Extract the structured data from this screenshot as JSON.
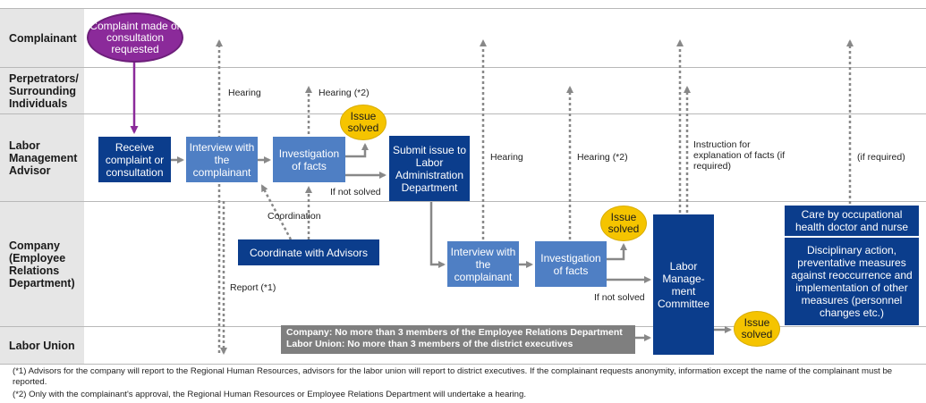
{
  "lanes": {
    "complainant": "Complainant",
    "perpetrators": "Perpetrators/ Surrounding Individuals",
    "advisor": "Labor Management Advisor",
    "company": "Company (Employee Relations Department)",
    "union": "Labor Union"
  },
  "nodes": {
    "complaint_made": "Complaint made or consultation requested",
    "receive": "Receive complaint or consultation",
    "interview_advisor": "Interview with the complainant",
    "investigation_advisor": "Investigation of facts",
    "issue_solved_1": "Issue solved",
    "submit_issue": "Submit issue to Labor Administration Department",
    "coordinate": "Coordinate with Advisors",
    "interview_company": "Interview with the complainant",
    "investigation_company": "Investigation of facts",
    "issue_solved_2": "Issue solved",
    "committee": "Labor Manage-ment Committee",
    "issue_solved_3": "Issue solved",
    "care": "Care by occupational health doctor and nurse",
    "disciplinary": "Disciplinary action, preventative measures against reoccurrence and implementation of other measures (personnel changes etc.)"
  },
  "labels": {
    "hearing_1": "Hearing",
    "hearing_2": "Hearing (*2)",
    "if_not_solved_1": "If not solved",
    "coordination": "Coordination",
    "report": "Report (*1)",
    "hearing_3": "Hearing",
    "hearing_4": "Hearing (*2)",
    "if_not_solved_2": "If not solved",
    "instruction": "Instruction for explanation of facts (if required)",
    "if_required": "(if required)"
  },
  "composition": {
    "company": "Company: No more than 3 members of the Employee Relations Department",
    "union": "Labor Union: No more than 3 members of the district executives"
  },
  "footnotes": {
    "note1": "(*1) Advisors for the company will report to the Regional Human Resources, advisors for the labor union will report to district executives. If the complainant requests anonymity, information except the name of the complainant must be reported.",
    "note2": "(*2) Only with the complainant's approval, the Regional Human Resources or Employee Relations Department will undertake a hearing."
  },
  "colors": {
    "dark_blue": "#0b3d8c",
    "mid_blue": "#4f7fc4",
    "purple": "#8b2a9a",
    "gold": "#f5c400",
    "gray": "#7f7f7f"
  }
}
